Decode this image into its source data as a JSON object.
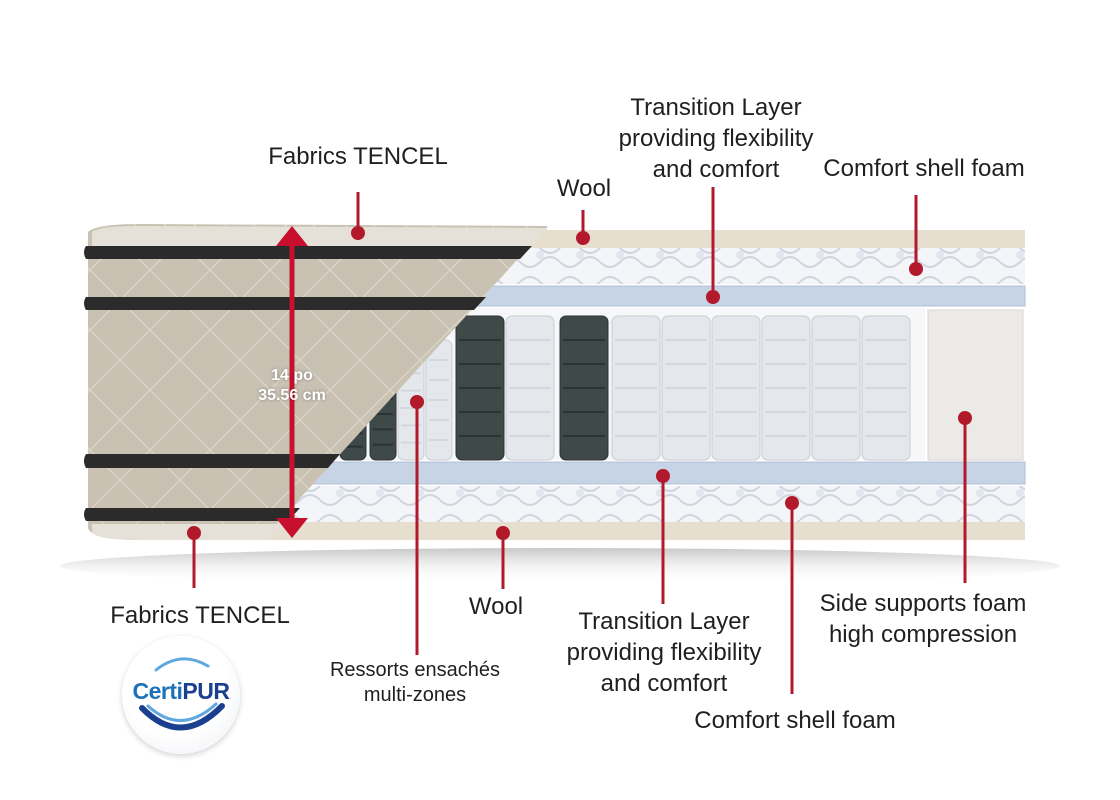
{
  "labels": {
    "fabrics_top": "Fabrics TENCEL",
    "wool_top": "Wool",
    "transition_top": "Transition Layer\nproviding flexibility\nand comfort",
    "comfort_top": "Comfort shell foam",
    "fabrics_bottom": "Fabrics TENCEL",
    "springs": "Ressorts ensachés\nmulti-zones",
    "wool_bottom": "Wool",
    "transition_bottom": "Transition Layer\nproviding flexibility\nand comfort",
    "side_supports": "Side supports foam\nhigh compression",
    "comfort_bottom": "Comfort shell foam"
  },
  "dimension": {
    "line1": "14 po",
    "line2": "35.56 cm"
  },
  "logo": {
    "part1": "Certi",
    "part2": "PUR"
  },
  "colors": {
    "marker_red": "#b21a2c",
    "arrow_red": "#c8102e",
    "fabric": "#c9c1b2",
    "fabric_top": "#e3ded5",
    "band_dark": "#2b2b2b",
    "wool": "#e6dfd0",
    "foam": "#f0f3f7",
    "transition": "#c7d4e6",
    "spring_white": "#e4e7ec",
    "spring_dark": "#3f4a48",
    "side_foam": "#eceae6"
  }
}
